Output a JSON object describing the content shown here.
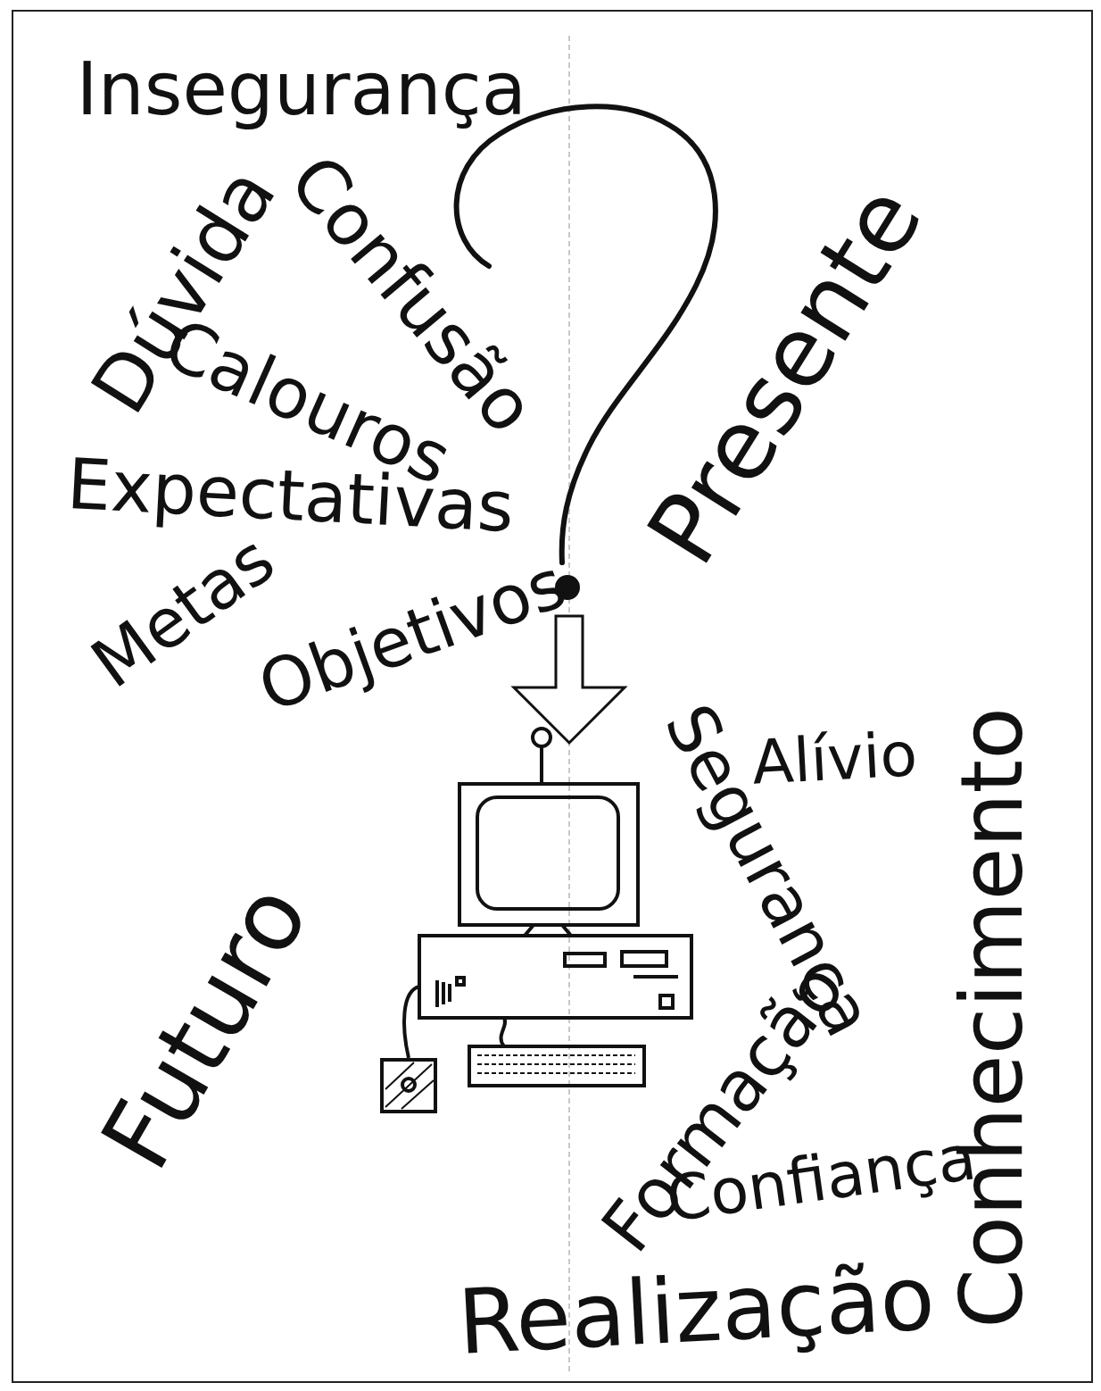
{
  "diagram": {
    "labels": [
      "Insegurança",
      "Dúvida",
      "Confusão",
      "Calouros",
      "Expectativas",
      "Metas",
      "Objetivos",
      "Presente",
      "Alívio",
      "Segurança",
      "Conhecimento",
      "Futuro",
      "Formação",
      "Confiança",
      "Realização"
    ]
  }
}
